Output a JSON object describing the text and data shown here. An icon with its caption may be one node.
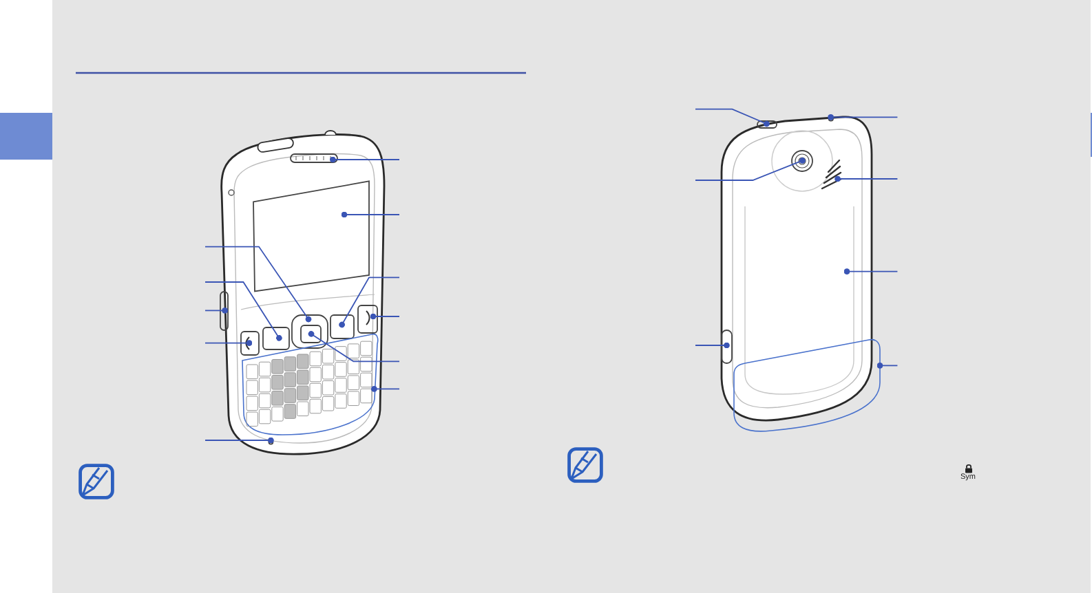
{
  "diagram": {
    "nodes": [
      {
        "text": [],
        "shape": "box"
      },
      {
        "text": [],
        "shape": "box"
      },
      {
        "text": [],
        "shape": "bar"
      },
      {
        "text": [],
        "shape": "box"
      },
      {
        "text": [],
        "shape": "circle"
      },
      {
        "text": [],
        "shape": "bar"
      },
      {
        "text": [],
        "shape": "box"
      },
      {
        "text": [],
        "shape": "box"
      },
      {
        "text": [],
        "shape": "box"
      },
      {
        "text": [],
        "shape": "box",
        "in": 0
      },
      {
        "text": [],
        "shape": "box"
      },
      {
        "text": [],
        "shape": "bar"
      },
      {
        "text": [],
        "shape": "circle"
      },
      {
        "text": [],
        "shape": "bar"
      },
      {
        "text": [],
        "shape": "circle"
      },
      {
        "text": [],
        "shape": "picture"
      },
      {
        "text": [],
        "shape": "box"
      },
      {
        "text": [],
        "shape": "box"
      }
    ],
    "edges": [
      {
        "from": null,
        "to": 0,
        "arrow": "other"
      },
      {
        "from": null,
        "to": 1,
        "arrow": "other"
      },
      {
        "from": null,
        "to": 2,
        "arrow": "other"
      },
      {
        "from": null,
        "to": 3,
        "arrow": "other"
      },
      {
        "from": null,
        "to": 4,
        "arrow": "other"
      },
      {
        "from": null,
        "to": 5,
        "arrow": "other"
      },
      {
        "from": null,
        "to": 6,
        "arrow": "other"
      },
      {
        "from": null,
        "to": 7,
        "arrow": "other"
      },
      {
        "from": null,
        "to": 8,
        "arrow": "other"
      },
      {
        "from": null,
        "to": 9,
        "arrow": "other"
      },
      {
        "from": null,
        "to": 10,
        "arrow": "other"
      },
      {
        "from": null,
        "to": 11,
        "arrow": "other"
      },
      {
        "from": null,
        "to": 12,
        "arrow": "other"
      },
      {
        "from": null,
        "to": 13,
        "arrow": "other"
      },
      {
        "from": null,
        "to": 14,
        "arrow": "other"
      },
      {
        "from": null,
        "to": 15,
        "arrow": "other"
      },
      {
        "from": null,
        "to": 16,
        "arrow": "other"
      },
      {
        "from": null,
        "to": 17,
        "arrow": "other"
      }
    ],
    "labels": [
      "Sym"
    ]
  }
}
